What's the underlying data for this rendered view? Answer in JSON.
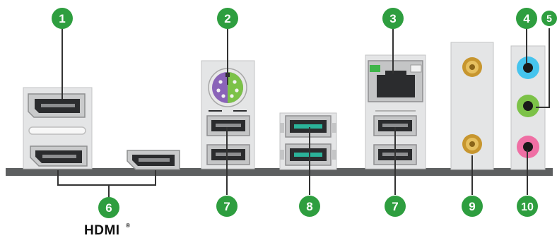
{
  "colors": {
    "callout_green": "#2e9e3f",
    "board": "#5d5f60",
    "port_gray": "#d6d7d8",
    "port_dark": "#2b2c2e",
    "usb3_teal": "#2bb39a",
    "audio_blue": "#45c4ee",
    "audio_green": "#7cc248",
    "audio_pink": "#ef6fa4",
    "ps2_purple": "#8a63b8",
    "ps2_green": "#7cc248",
    "antenna_gold": "#c7962f",
    "led_green": "#3fb54a"
  },
  "callouts": {
    "c1": "1",
    "c2": "2",
    "c3": "3",
    "c4": "4",
    "c5": "5",
    "c6": "6",
    "c7a": "7",
    "c8": "8",
    "c7b": "7",
    "c9": "9",
    "c10": "10"
  },
  "logo": {
    "text": "HDMI",
    "mark": "®"
  }
}
